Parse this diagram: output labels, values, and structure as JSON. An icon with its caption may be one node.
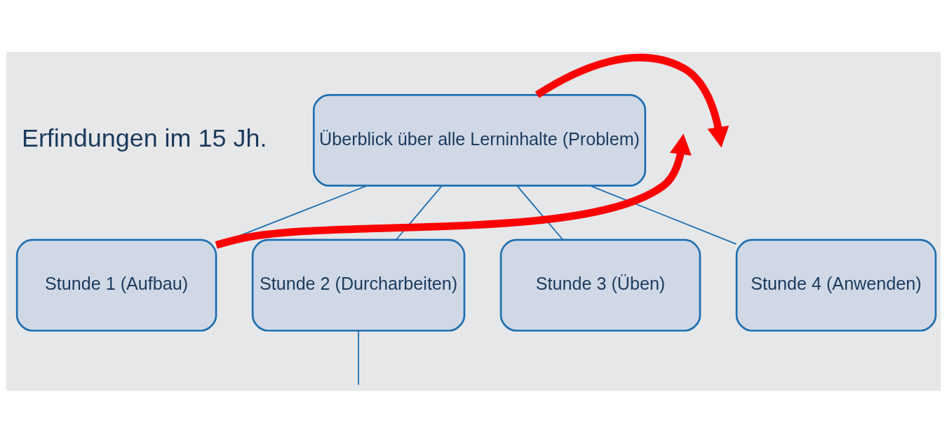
{
  "diagram": {
    "nodes": [
      {
        "text": [
          "Überblick über alle Lerninhalte (Problem)"
        ]
      },
      {
        "text": [
          "Stunde 1 (Aufbau)"
        ]
      },
      {
        "text": [
          "Stunde 2 (Durcharbeiten)"
        ]
      },
      {
        "text": [
          "Stunde 3 (Üben)"
        ]
      },
      {
        "text": [
          "Stunde 4 (Anwenden)"
        ]
      }
    ],
    "edges": [
      {
        "from": 0,
        "to": 1,
        "arrow": "none"
      },
      {
        "from": 0,
        "to": 2,
        "arrow": "none"
      },
      {
        "from": 0,
        "to": 3,
        "arrow": "none"
      },
      {
        "from": 0,
        "to": 4,
        "arrow": "none"
      },
      {
        "from": 1,
        "to": null,
        "arrow": "to",
        "style": "thick",
        "color": "#ff0000"
      },
      {
        "from": 0,
        "to": null,
        "arrow": "to",
        "style": "thick",
        "color": "#ff0000"
      },
      {
        "from": 2,
        "to": null,
        "arrow": "none"
      }
    ],
    "labels": [
      "Erfindungen im 15 Jh."
    ]
  }
}
